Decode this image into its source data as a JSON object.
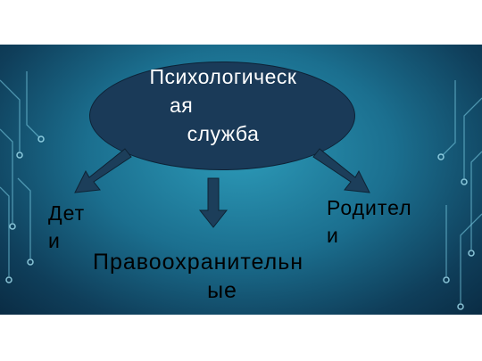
{
  "diagram": {
    "center_node": {
      "line1": "Психологическ",
      "line2": "ая",
      "line3": "служба"
    },
    "targets": {
      "children": {
        "line1": "Дет",
        "line2": "и"
      },
      "law_enforcement": {
        "line1": "Правоохранительн",
        "line2": "ые"
      },
      "parents": {
        "line1": "Родител",
        "line2": "и"
      }
    }
  },
  "colors": {
    "ellipse_fill": "#1a3a58",
    "arrow_fill": "#1c3e5a",
    "background_center": "#2c9ab8",
    "background_edge": "#0a2c44"
  }
}
